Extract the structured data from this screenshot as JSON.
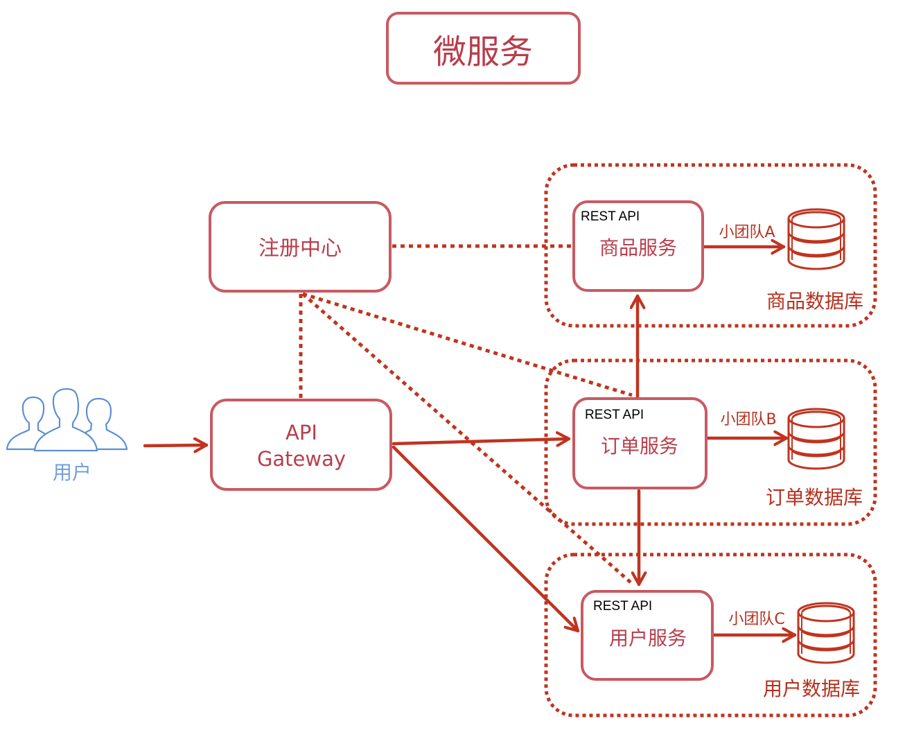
{
  "title": "微服务",
  "colors": {
    "box_border": "#c85a62",
    "box_text": "#b83e4c",
    "arrow": "#c0341f",
    "dotted": "#c0341f",
    "db": "#c0341f",
    "user_icon": "#5b8fd6"
  },
  "user": {
    "label": "用户",
    "icon": "users-group-icon"
  },
  "registry": {
    "label": "注册中心"
  },
  "gateway": {
    "line1": "API",
    "line2": "Gateway"
  },
  "services": [
    {
      "api_label": "REST API",
      "name": "商品服务",
      "team": "小团队A",
      "db_name": "商品数据库"
    },
    {
      "api_label": "REST API",
      "name": "订单服务",
      "team": "小团队B",
      "db_name": "订单数据库"
    },
    {
      "api_label": "REST API",
      "name": "用户服务",
      "team": "小团队C",
      "db_name": "用户数据库"
    }
  ]
}
